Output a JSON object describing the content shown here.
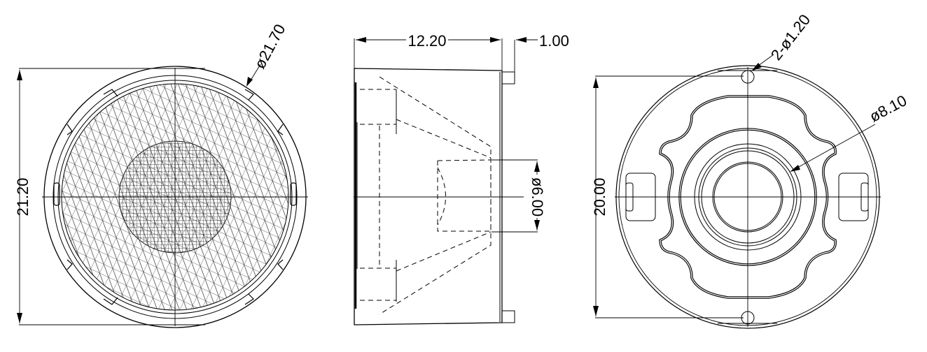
{
  "drawing": {
    "front_view": {
      "height_dimension": "21.20",
      "diameter_dimension": "ø21.70"
    },
    "side_view": {
      "length_dimension": "12.20",
      "flange_dimension": "1.00",
      "inner_diameter_dimension": "ø6.00"
    },
    "rear_view": {
      "height_dimension": "20.00",
      "holes_dimension": "2-ø1.20",
      "diameter_dimension": "ø8.10"
    },
    "colors": {
      "line": "#000000",
      "background": "#ffffff",
      "hatch": "#333333"
    }
  }
}
